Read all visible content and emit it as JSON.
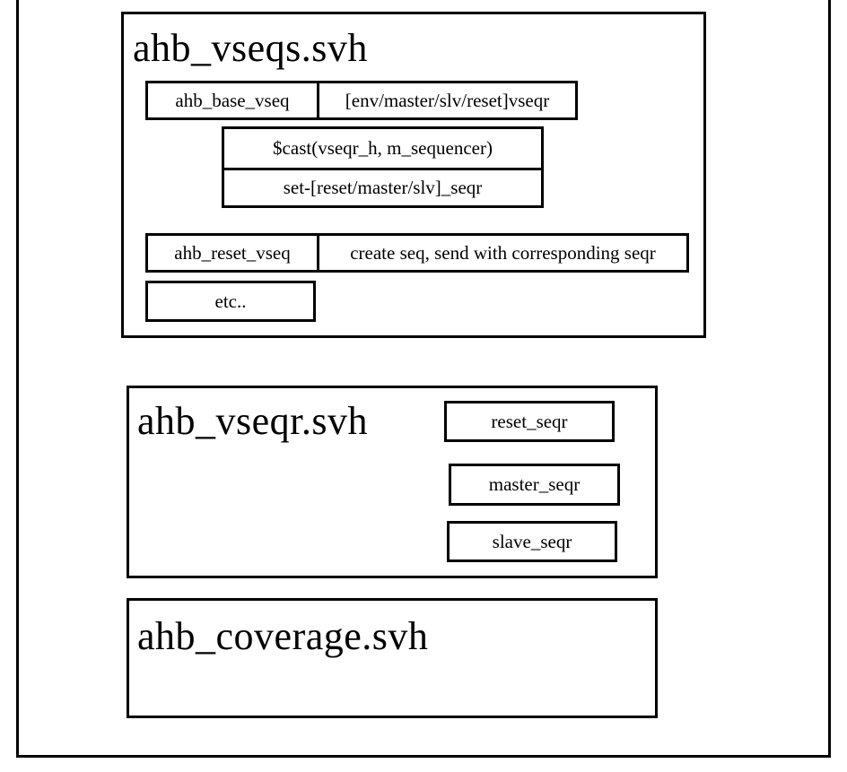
{
  "canvas": {
    "background": "#ffffff",
    "border_color": "#000000"
  },
  "vseqs": {
    "title": "ahb_vseqs.svh",
    "base_row": {
      "class_name": "ahb_base_vseq",
      "description": "[env/master/slv/reset]vseqr"
    },
    "cast_box": {
      "line1": "$cast(vseqr_h, m_sequencer)",
      "line2": "set-[reset/master/slv]_seqr"
    },
    "reset_row": {
      "class_name": "ahb_reset_vseq",
      "description": "create seq, send with corresponding seqr"
    },
    "etc_label": "etc.."
  },
  "vseqr": {
    "title": "ahb_vseqr.svh",
    "sequencers": [
      "reset_seqr",
      "master_seqr",
      "slave_seqr"
    ]
  },
  "coverage": {
    "title": "ahb_coverage.svh"
  }
}
